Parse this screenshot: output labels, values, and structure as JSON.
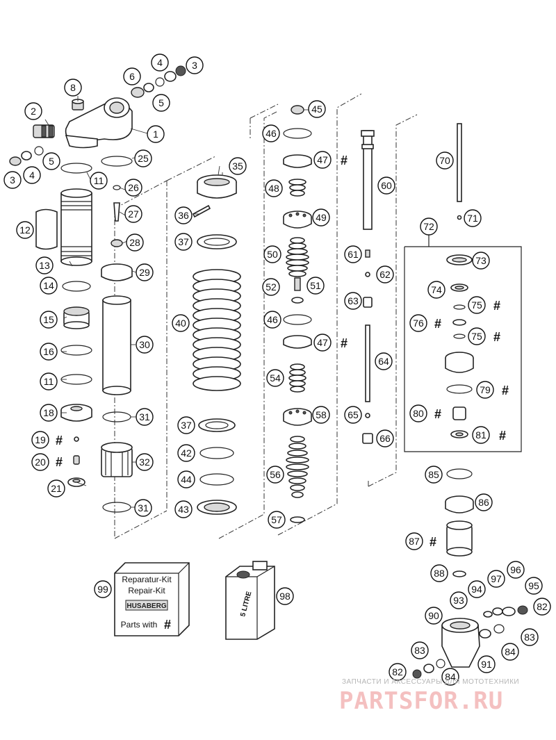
{
  "diagram": {
    "callouts": [
      {
        "id": "c1",
        "label": "1"
      },
      {
        "id": "c2",
        "label": "2"
      },
      {
        "id": "c3a",
        "label": "3"
      },
      {
        "id": "c3b",
        "label": "3"
      },
      {
        "id": "c4a",
        "label": "4"
      },
      {
        "id": "c4b",
        "label": "4"
      },
      {
        "id": "c5a",
        "label": "5"
      },
      {
        "id": "c5b",
        "label": "5"
      },
      {
        "id": "c6",
        "label": "6"
      },
      {
        "id": "c8",
        "label": "8"
      },
      {
        "id": "c11a",
        "label": "11"
      },
      {
        "id": "c11b",
        "label": "11"
      },
      {
        "id": "c12",
        "label": "12"
      },
      {
        "id": "c13",
        "label": "13"
      },
      {
        "id": "c14",
        "label": "14"
      },
      {
        "id": "c15",
        "label": "15"
      },
      {
        "id": "c16",
        "label": "16"
      },
      {
        "id": "c18",
        "label": "18"
      },
      {
        "id": "c19",
        "label": "19"
      },
      {
        "id": "c20",
        "label": "20"
      },
      {
        "id": "c21",
        "label": "21"
      },
      {
        "id": "c25",
        "label": "25"
      },
      {
        "id": "c26",
        "label": "26"
      },
      {
        "id": "c27",
        "label": "27"
      },
      {
        "id": "c28",
        "label": "28"
      },
      {
        "id": "c29",
        "label": "29"
      },
      {
        "id": "c30",
        "label": "30"
      },
      {
        "id": "c31a",
        "label": "31"
      },
      {
        "id": "c31b",
        "label": "31"
      },
      {
        "id": "c32",
        "label": "32"
      },
      {
        "id": "c35",
        "label": "35"
      },
      {
        "id": "c36",
        "label": "36"
      },
      {
        "id": "c37a",
        "label": "37"
      },
      {
        "id": "c37b",
        "label": "37"
      },
      {
        "id": "c40",
        "label": "40"
      },
      {
        "id": "c42",
        "label": "42"
      },
      {
        "id": "c43",
        "label": "43"
      },
      {
        "id": "c44",
        "label": "44"
      },
      {
        "id": "c45",
        "label": "45"
      },
      {
        "id": "c46a",
        "label": "46"
      },
      {
        "id": "c46b",
        "label": "46"
      },
      {
        "id": "c47a",
        "label": "47"
      },
      {
        "id": "c47b",
        "label": "47"
      },
      {
        "id": "c48",
        "label": "48"
      },
      {
        "id": "c49",
        "label": "49"
      },
      {
        "id": "c50",
        "label": "50"
      },
      {
        "id": "c51",
        "label": "51"
      },
      {
        "id": "c52",
        "label": "52"
      },
      {
        "id": "c54",
        "label": "54"
      },
      {
        "id": "c56",
        "label": "56"
      },
      {
        "id": "c57",
        "label": "57"
      },
      {
        "id": "c58",
        "label": "58"
      },
      {
        "id": "c60",
        "label": "60"
      },
      {
        "id": "c61",
        "label": "61"
      },
      {
        "id": "c62",
        "label": "62"
      },
      {
        "id": "c63",
        "label": "63"
      },
      {
        "id": "c64",
        "label": "64"
      },
      {
        "id": "c65",
        "label": "65"
      },
      {
        "id": "c66",
        "label": "66"
      },
      {
        "id": "c70",
        "label": "70"
      },
      {
        "id": "c71",
        "label": "71"
      },
      {
        "id": "c72",
        "label": "72"
      },
      {
        "id": "c73",
        "label": "73"
      },
      {
        "id": "c74",
        "label": "74"
      },
      {
        "id": "c75a",
        "label": "75"
      },
      {
        "id": "c75b",
        "label": "75"
      },
      {
        "id": "c76",
        "label": "76"
      },
      {
        "id": "c79",
        "label": "79"
      },
      {
        "id": "c80",
        "label": "80"
      },
      {
        "id": "c81",
        "label": "81"
      },
      {
        "id": "c82a",
        "label": "82"
      },
      {
        "id": "c82b",
        "label": "82"
      },
      {
        "id": "c83a",
        "label": "83"
      },
      {
        "id": "c83b",
        "label": "83"
      },
      {
        "id": "c84a",
        "label": "84"
      },
      {
        "id": "c84b",
        "label": "84"
      },
      {
        "id": "c85",
        "label": "85"
      },
      {
        "id": "c86",
        "label": "86"
      },
      {
        "id": "c87",
        "label": "87"
      },
      {
        "id": "c88",
        "label": "88"
      },
      {
        "id": "c90",
        "label": "90"
      },
      {
        "id": "c91",
        "label": "91"
      },
      {
        "id": "c93",
        "label": "93"
      },
      {
        "id": "c94",
        "label": "94"
      },
      {
        "id": "c95",
        "label": "95"
      },
      {
        "id": "c96",
        "label": "96"
      },
      {
        "id": "c97",
        "label": "97"
      },
      {
        "id": "c98",
        "label": "98"
      },
      {
        "id": "c99",
        "label": "99"
      }
    ],
    "hash_mark": "#",
    "repair_kit": {
      "line1": "Reparatur-Kit",
      "line2": "Repair-Kit",
      "brand": "HUSABERG",
      "parts_with": "Parts with",
      "hash": "#"
    },
    "oil_can": {
      "label": "5 LITRE"
    },
    "watermark": {
      "tagline": "ЗАПЧАСТИ И АКСЕССУАРЫ ДЛЯ МОТОТЕХНИКИ",
      "brand": "PARTSFOR.RU",
      "color": "#f4c0c0"
    }
  }
}
